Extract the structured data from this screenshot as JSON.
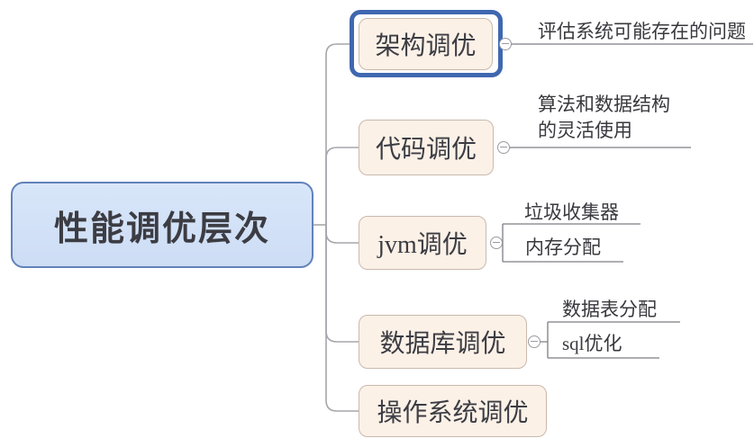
{
  "root": {
    "label": "性能调优层次"
  },
  "branches": [
    {
      "label": "架构调优",
      "selected": true,
      "leaves": [
        {
          "text": "评估系统可能存在的问题"
        }
      ]
    },
    {
      "label": "代码调优",
      "selected": false,
      "leaves": [
        {
          "text": "算法和数据结构的灵活使用"
        }
      ]
    },
    {
      "label": "jvm调优",
      "selected": false,
      "leaves": [
        {
          "text": "垃圾收集器"
        },
        {
          "text": "内存分配"
        }
      ]
    },
    {
      "label": "数据库调优",
      "selected": false,
      "leaves": [
        {
          "text": "数据表分配"
        },
        {
          "text": "sql优化"
        }
      ]
    },
    {
      "label": "操作系统调优",
      "selected": false,
      "leaves": []
    }
  ],
  "icons": {
    "collapse_handle": "minus-circle-icon"
  },
  "colors": {
    "background": "#ffffff",
    "root_fill": "#d2e1f7",
    "root_border": "#6282ba",
    "branch_fill": "#fbf1e7",
    "branch_border": "#c9b9ac",
    "selection_border": "#3f68b0",
    "trunk_line": "#a6a6ac",
    "leaf_line": "#7d7d84",
    "text": "#3c3c43"
  }
}
